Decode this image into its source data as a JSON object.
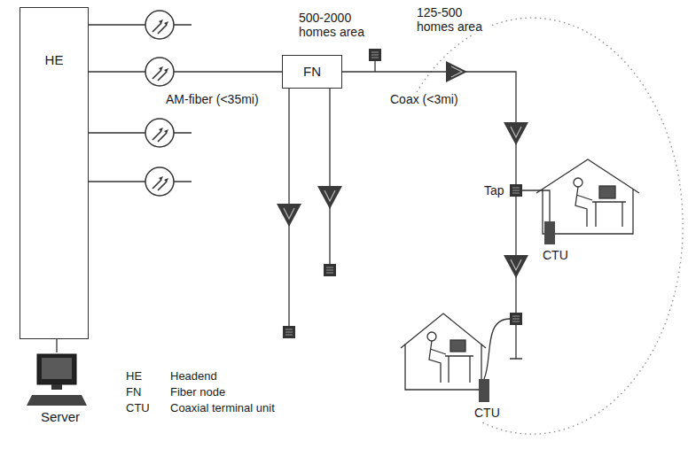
{
  "diagram": {
    "nodes": [
      {
        "text": [
          "HE"
        ]
      },
      {
        "text": [
          "FN"
        ]
      },
      {
        "text": [
          "Server"
        ]
      }
    ],
    "edges": [
      {
        "from": 0,
        "to": 1,
        "arrow": "none"
      },
      {
        "from": 2,
        "to": 0,
        "arrow": "none"
      }
    ],
    "labels": [
      "500-2000 homes area",
      "125-500 homes area",
      "AM-fiber (<35mi)",
      "Coax (<3mi)",
      "Tap",
      "CTU",
      "CTU",
      "HE",
      "Headend",
      "FN",
      "Fiber node",
      "CTU",
      "Coaxial terminal unit"
    ]
  }
}
